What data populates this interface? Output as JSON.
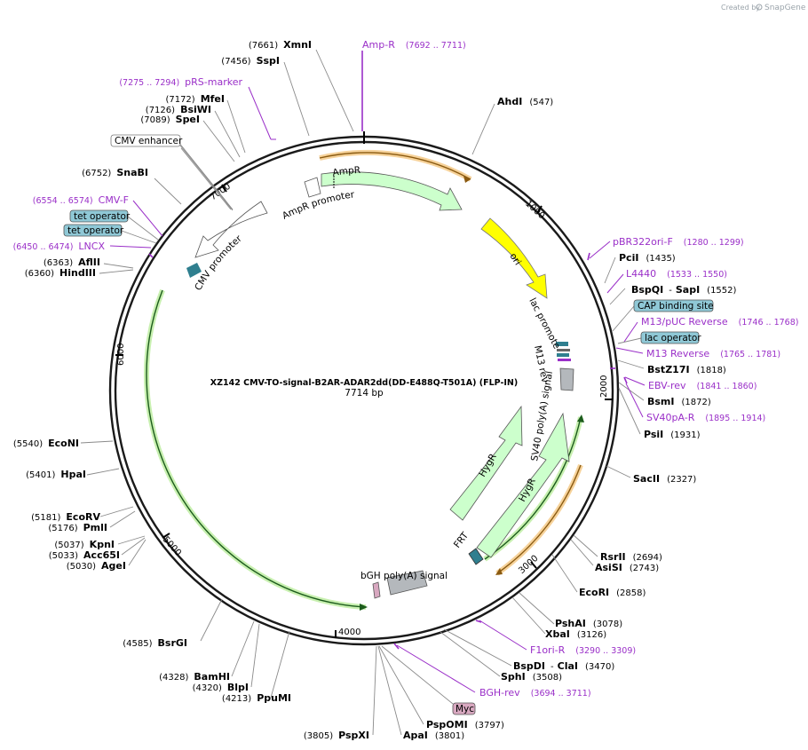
{
  "credit": {
    "created_by": "Created by",
    "brand": "SnapGene"
  },
  "plasmid": {
    "name": "XZ142 CMV-TO-signal-B2AR-ADAR2dd(DD-E488Q-T501A) (FLP-IN)",
    "size_label": "7714 bp"
  },
  "ruler": [
    "1000",
    "2000",
    "3000",
    "4000",
    "5000",
    "6000",
    "7000"
  ],
  "features": {
    "ampr": "AmpR",
    "ampr_promoter": "AmpR promoter",
    "ori": "ori",
    "lac_promoter": "lac promoter",
    "m13_rev": "M13 rev",
    "sv40_polya": "SV40 poly(A) signal",
    "hygr1": "HygR",
    "hygr2": "HygR",
    "frt": "FRT",
    "bgh_polya": "bGH poly(A) signal",
    "cmv_promoter": "CMV promoter"
  },
  "sites": {
    "xmni": {
      "name": "XmnI",
      "pos": "(7661)"
    },
    "sspi": {
      "name": "SspI",
      "pos": "(7456)"
    },
    "mfei": {
      "name": "MfeI",
      "pos": "(7172)"
    },
    "bsiwi": {
      "name": "BsiWI",
      "pos": "(7126)"
    },
    "spei": {
      "name": "SpeI",
      "pos": "(7089)"
    },
    "snabi": {
      "name": "SnaBI",
      "pos": "(6752)"
    },
    "aflii": {
      "name": "AflII",
      "pos": "(6363)"
    },
    "hindiii": {
      "name": "HindIII",
      "pos": "(6360)"
    },
    "ahdi": {
      "name": "AhdI",
      "pos": "(547)"
    },
    "pcii": {
      "name": "PciI",
      "pos": "(1435)"
    },
    "bspqi": {
      "name": "BspQI",
      "sep": "-",
      "name2": "SapI",
      "pos": "(1552)"
    },
    "bstz17i": {
      "name": "BstZ17I",
      "pos": "(1818)"
    },
    "bsmi": {
      "name": "BsmI",
      "pos": "(1872)"
    },
    "psii": {
      "name": "PsiI",
      "pos": "(1931)"
    },
    "sacii": {
      "name": "SacII",
      "pos": "(2327)"
    },
    "rsrii": {
      "name": "RsrII",
      "pos": "(2694)"
    },
    "asisi": {
      "name": "AsiSI",
      "pos": "(2743)"
    },
    "ecori": {
      "name": "EcoRI",
      "pos": "(2858)"
    },
    "psha": {
      "name": "PshAI",
      "pos": "(3078)"
    },
    "xbai": {
      "name": "XbaI",
      "pos": "(3126)"
    },
    "bspdi": {
      "name": "BspDI",
      "sep": "-",
      "name2": "ClaI",
      "pos": "(3470)"
    },
    "sphi": {
      "name": "SphI",
      "pos": "(3508)"
    },
    "pspomi": {
      "name": "PspOMI",
      "pos": "(3797)"
    },
    "apai": {
      "name": "ApaI",
      "pos": "(3801)"
    },
    "pspxi": {
      "name": "PspXI",
      "pos": "(3805)"
    },
    "bsrgi": {
      "name": "BsrGI",
      "pos": "(4585)"
    },
    "bamhi": {
      "name": "BamHI",
      "pos": "(4328)"
    },
    "blpi": {
      "name": "BlpI",
      "pos": "(4320)"
    },
    "ppumi": {
      "name": "PpuMI",
      "pos": "(4213)"
    },
    "ecorv": {
      "name": "EcoRV",
      "pos": "(5181)"
    },
    "pmli": {
      "name": "PmlI",
      "pos": "(5176)"
    },
    "kpni": {
      "name": "KpnI",
      "pos": "(5037)"
    },
    "acc65i": {
      "name": "Acc65I",
      "pos": "(5033)"
    },
    "agei": {
      "name": "AgeI",
      "pos": "(5030)"
    },
    "econi": {
      "name": "EcoNI",
      "pos": "(5540)"
    },
    "hpai": {
      "name": "HpaI",
      "pos": "(5401)"
    }
  },
  "primers": {
    "ampr_p": {
      "name": "Amp-R",
      "range": "(7692 .. 7711)"
    },
    "prs": {
      "name": "pRS-marker",
      "range": "(7275 .. 7294)"
    },
    "cmvf": {
      "name": "CMV-F",
      "range": "(6554 .. 6574)"
    },
    "lncx": {
      "name": "LNCX",
      "range": "(6450 .. 6474)"
    },
    "pbr322": {
      "name": "pBR322ori-F",
      "range": "(1280 .. 1299)"
    },
    "l4440": {
      "name": "L4440",
      "range": "(1533 .. 1550)"
    },
    "m13puc": {
      "name": "M13/pUC Reverse",
      "range": "(1746 .. 1768)"
    },
    "m13rev": {
      "name": "M13 Reverse",
      "range": "(1765 .. 1781)"
    },
    "ebv": {
      "name": "EBV-rev",
      "range": "(1841 .. 1860)"
    },
    "sv40pa": {
      "name": "SV40pA-R",
      "range": "(1895 .. 1914)"
    },
    "f1ori": {
      "name": "F1ori-R",
      "range": "(3290 .. 3309)"
    },
    "bghrev": {
      "name": "BGH-rev",
      "range": "(3694 .. 3711)"
    }
  },
  "boxes": {
    "cmv_enh": "CMV enhancer",
    "tet1": "tet operator",
    "tet2": "tet operator",
    "cap": "CAP binding site",
    "lacop": "lac operator",
    "myc": "Myc"
  },
  "colors": {
    "backbone": "#1a1a1a",
    "ampr_fill": "#ccffcc",
    "ori_fill": "#ffff00",
    "orange_ring": "#f0a830",
    "green_ring": "#3a9a3a",
    "primer": "#9a2fc8",
    "box_fill": "#8fc8d6"
  }
}
